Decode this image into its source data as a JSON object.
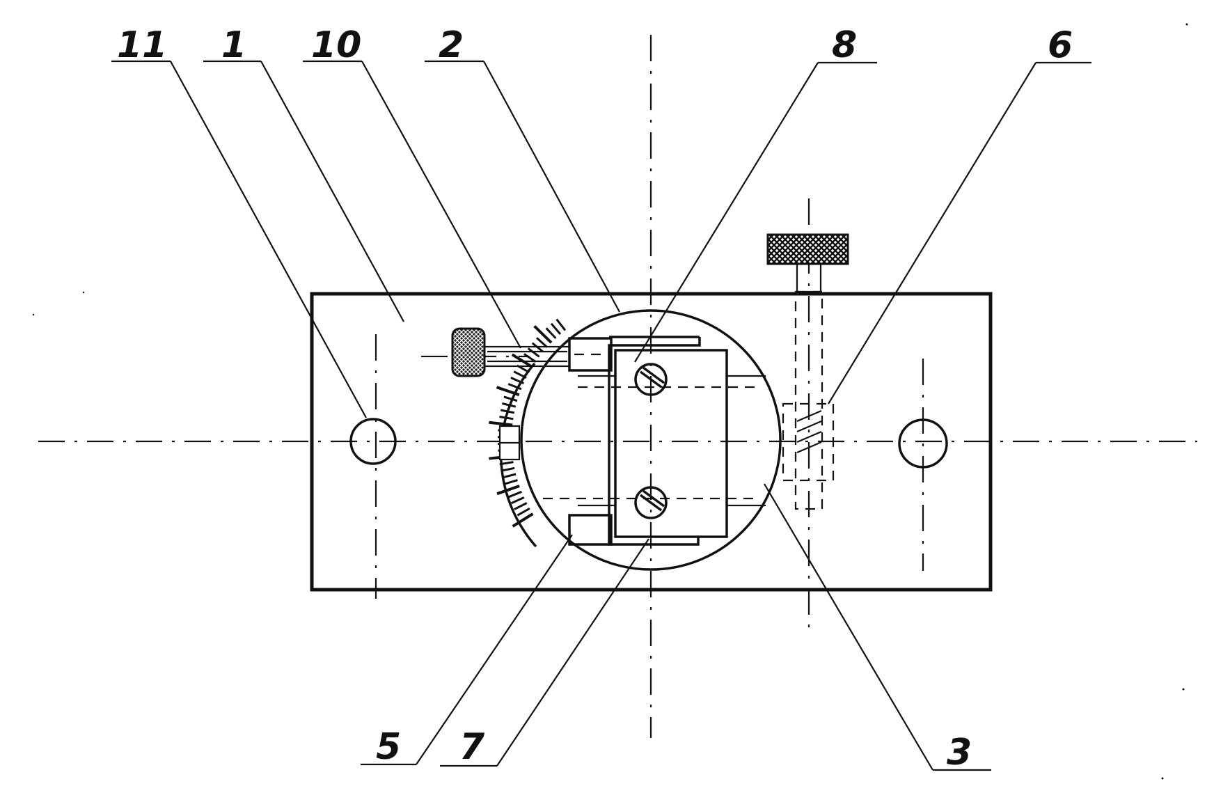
{
  "diagram": {
    "callouts": [
      {
        "id": "c11",
        "text": "11"
      },
      {
        "id": "c1",
        "text": "1"
      },
      {
        "id": "c10",
        "text": "10"
      },
      {
        "id": "c2",
        "text": "2"
      },
      {
        "id": "c8",
        "text": "8"
      },
      {
        "id": "c6",
        "text": "6"
      },
      {
        "id": "c5",
        "text": "5"
      },
      {
        "id": "c7",
        "text": "7"
      },
      {
        "id": "c3",
        "text": "3"
      }
    ],
    "scale_ticks": 34
  }
}
